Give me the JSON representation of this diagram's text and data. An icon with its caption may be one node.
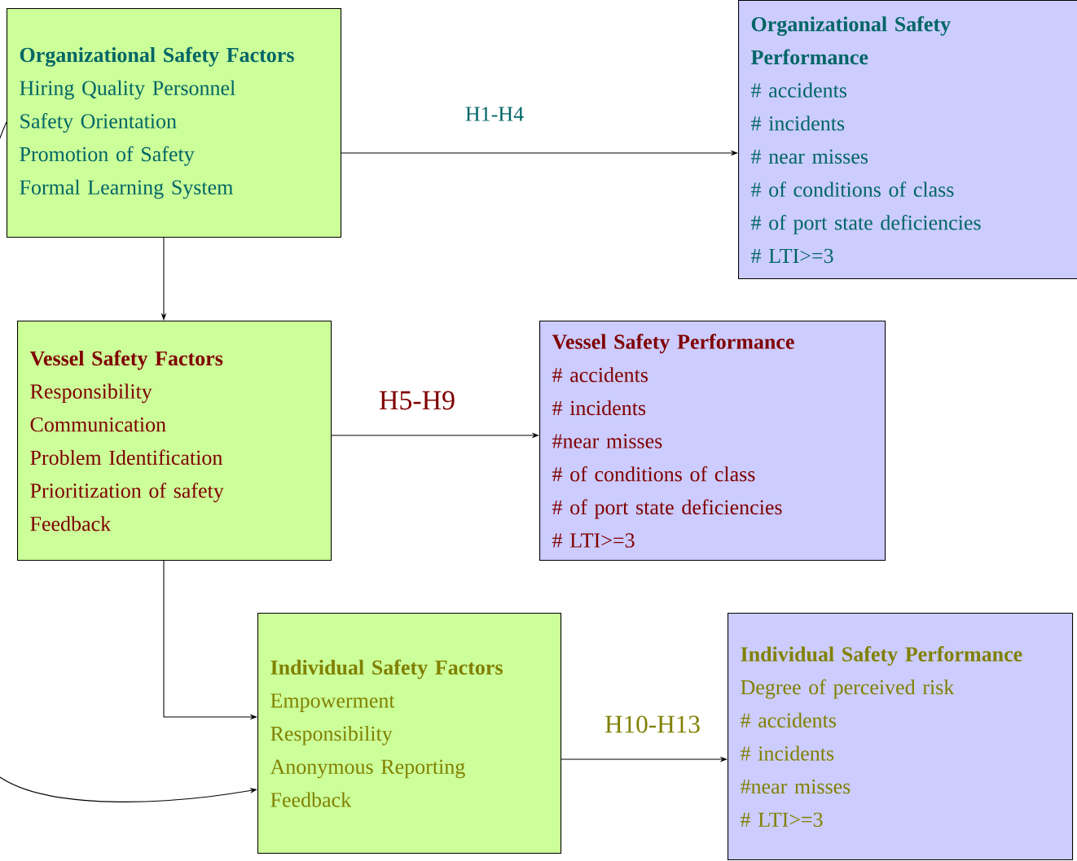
{
  "diagram": {
    "nodes": [
      {
        "text": [
          "Organizational  Safety Factors",
          "Hiring Quality Personnel",
          "Safety Orientation",
          "Promotion of Safety",
          "Formal Learning System"
        ]
      },
      {
        "text": [
          "Organizational Safety Performance",
          "# accidents",
          "# incidents",
          "# near misses",
          "# of conditions of class",
          "# of port state deficiencies",
          "# LTI>=3"
        ]
      },
      {
        "text": [
          "Vessel Safety Factors",
          "Responsibility",
          "Communication",
          "Problem Identification",
          "Prioritization of safety",
          "Feedback"
        ]
      },
      {
        "text": [
          "Vessel Safety Performance",
          "# accidents",
          "# incidents",
          "#near misses",
          "# of conditions of class",
          "# of port state deficiencies",
          "# LTI>=3"
        ]
      },
      {
        "text": [
          "Individual Safety Factors",
          "Empowerment",
          "Responsibility",
          "Anonymous Reporting",
          "Feedback"
        ]
      },
      {
        "text": [
          "Individual Safety Performance",
          "Degree of  perceived risk",
          "# accidents",
          "# incidents",
          "#near misses",
          "# LTI>=3"
        ]
      }
    ],
    "edges": [
      {
        "from": 0,
        "to": 1,
        "arrow": "to",
        "label": "H1-H4"
      },
      {
        "from": 0,
        "to": 2,
        "arrow": "to"
      },
      {
        "from": 2,
        "to": 3,
        "arrow": "to",
        "label": "H5-H9"
      },
      {
        "from": 2,
        "to": 4,
        "arrow": "to"
      },
      {
        "from": 0,
        "to": 4,
        "arrow": "to"
      },
      {
        "from": 4,
        "to": 5,
        "arrow": "to",
        "label": "H10-H13"
      }
    ]
  }
}
